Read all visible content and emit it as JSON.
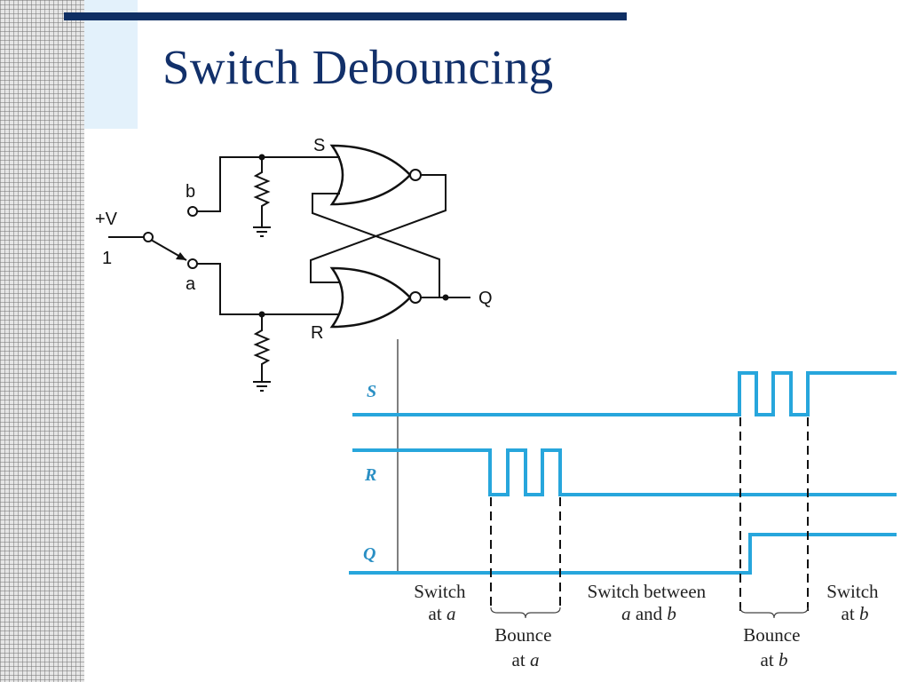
{
  "slide": {
    "title": "Switch Debouncing"
  },
  "circuit": {
    "labels": {
      "s": "S",
      "r": "R",
      "q": "Q",
      "b": "b",
      "a": "a",
      "vplus": "+V",
      "one": "1"
    }
  },
  "timing": {
    "signals": {
      "s": "S",
      "r": "R",
      "q": "Q"
    },
    "annotations": {
      "switch_at_a_1": "Switch",
      "switch_at_a_2": "at ",
      "switch_at_a_var": "a",
      "bounce_a_1": "Bounce",
      "bounce_a_2": "at ",
      "bounce_a_var": "a",
      "between_1": "Switch between",
      "between_var_a": "a",
      "between_and": " and ",
      "between_var_b": "b",
      "bounce_b_1": "Bounce",
      "bounce_b_2": "at ",
      "bounce_b_var": "b",
      "switch_at_b_1": "Switch",
      "switch_at_b_2": "at ",
      "switch_at_b_var": "b"
    },
    "colors": {
      "waveform": "#27a6dc",
      "title": "#12306a",
      "title_bar": "#0f2f63"
    }
  }
}
